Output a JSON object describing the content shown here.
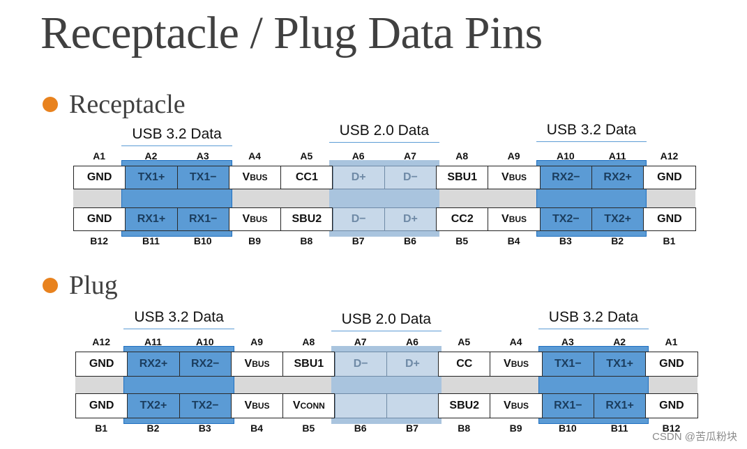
{
  "title": "Receptacle / Plug Data Pins",
  "receptacle": {
    "heading": "Receptacle",
    "group_labels": {
      "left": "USB 3.2 Data",
      "middle": "USB 2.0 Data",
      "right": "USB 3.2 Data"
    },
    "top_pins": [
      "A1",
      "A2",
      "A3",
      "A4",
      "A5",
      "A6",
      "A7",
      "A8",
      "A9",
      "A10",
      "A11",
      "A12"
    ],
    "top_signals": [
      {
        "main": "GND",
        "sub": ""
      },
      {
        "main": "TX1+",
        "sub": ""
      },
      {
        "main": "TX1−",
        "sub": ""
      },
      {
        "main": "V",
        "sub": "BUS"
      },
      {
        "main": "CC1",
        "sub": ""
      },
      {
        "main": "D+",
        "sub": ""
      },
      {
        "main": "D−",
        "sub": ""
      },
      {
        "main": "SBU1",
        "sub": ""
      },
      {
        "main": "V",
        "sub": "BUS"
      },
      {
        "main": "RX2−",
        "sub": ""
      },
      {
        "main": "RX2+",
        "sub": ""
      },
      {
        "main": "GND",
        "sub": ""
      }
    ],
    "bottom_signals": [
      {
        "main": "GND",
        "sub": ""
      },
      {
        "main": "RX1+",
        "sub": ""
      },
      {
        "main": "RX1−",
        "sub": ""
      },
      {
        "main": "V",
        "sub": "BUS"
      },
      {
        "main": "SBU2",
        "sub": ""
      },
      {
        "main": "D−",
        "sub": ""
      },
      {
        "main": "D+",
        "sub": ""
      },
      {
        "main": "CC2",
        "sub": ""
      },
      {
        "main": "V",
        "sub": "BUS"
      },
      {
        "main": "TX2−",
        "sub": ""
      },
      {
        "main": "TX2+",
        "sub": ""
      },
      {
        "main": "GND",
        "sub": ""
      }
    ],
    "bottom_pins": [
      "B12",
      "B11",
      "B10",
      "B9",
      "B8",
      "B7",
      "B6",
      "B5",
      "B4",
      "B3",
      "B2",
      "B1"
    ]
  },
  "plug": {
    "heading": "Plug",
    "group_labels": {
      "left": "USB 3.2 Data",
      "middle": "USB 2.0 Data",
      "right": "USB 3.2 Data"
    },
    "top_pins": [
      "A12",
      "A11",
      "A10",
      "A9",
      "A8",
      "A7",
      "A6",
      "A5",
      "A4",
      "A3",
      "A2",
      "A1"
    ],
    "top_signals": [
      {
        "main": "GND",
        "sub": ""
      },
      {
        "main": "RX2+",
        "sub": ""
      },
      {
        "main": "RX2−",
        "sub": ""
      },
      {
        "main": "V",
        "sub": "BUS"
      },
      {
        "main": "SBU1",
        "sub": ""
      },
      {
        "main": "D−",
        "sub": ""
      },
      {
        "main": "D+",
        "sub": ""
      },
      {
        "main": "CC",
        "sub": ""
      },
      {
        "main": "V",
        "sub": "BUS"
      },
      {
        "main": "TX1−",
        "sub": ""
      },
      {
        "main": "TX1+",
        "sub": ""
      },
      {
        "main": "GND",
        "sub": ""
      }
    ],
    "bottom_signals": [
      {
        "main": "GND",
        "sub": ""
      },
      {
        "main": "TX2+",
        "sub": ""
      },
      {
        "main": "TX2−",
        "sub": ""
      },
      {
        "main": "V",
        "sub": "BUS"
      },
      {
        "main": "V",
        "sub": "CONN"
      },
      {
        "main": "",
        "sub": ""
      },
      {
        "main": "",
        "sub": ""
      },
      {
        "main": "SBU2",
        "sub": ""
      },
      {
        "main": "V",
        "sub": "BUS"
      },
      {
        "main": "RX1−",
        "sub": ""
      },
      {
        "main": "RX1+",
        "sub": ""
      },
      {
        "main": "GND",
        "sub": ""
      }
    ],
    "bottom_pins": [
      "B1",
      "B2",
      "B3",
      "B4",
      "B5",
      "B6",
      "B7",
      "B8",
      "B9",
      "B10",
      "B11",
      "B12"
    ]
  },
  "watermark": "CSDN @苦瓜粉块",
  "colors": {
    "bullet": "#e8821e",
    "usb32_band": "#5b9bd5",
    "usb20_band": "#a9c4de",
    "strip": "#d9d9d9"
  }
}
